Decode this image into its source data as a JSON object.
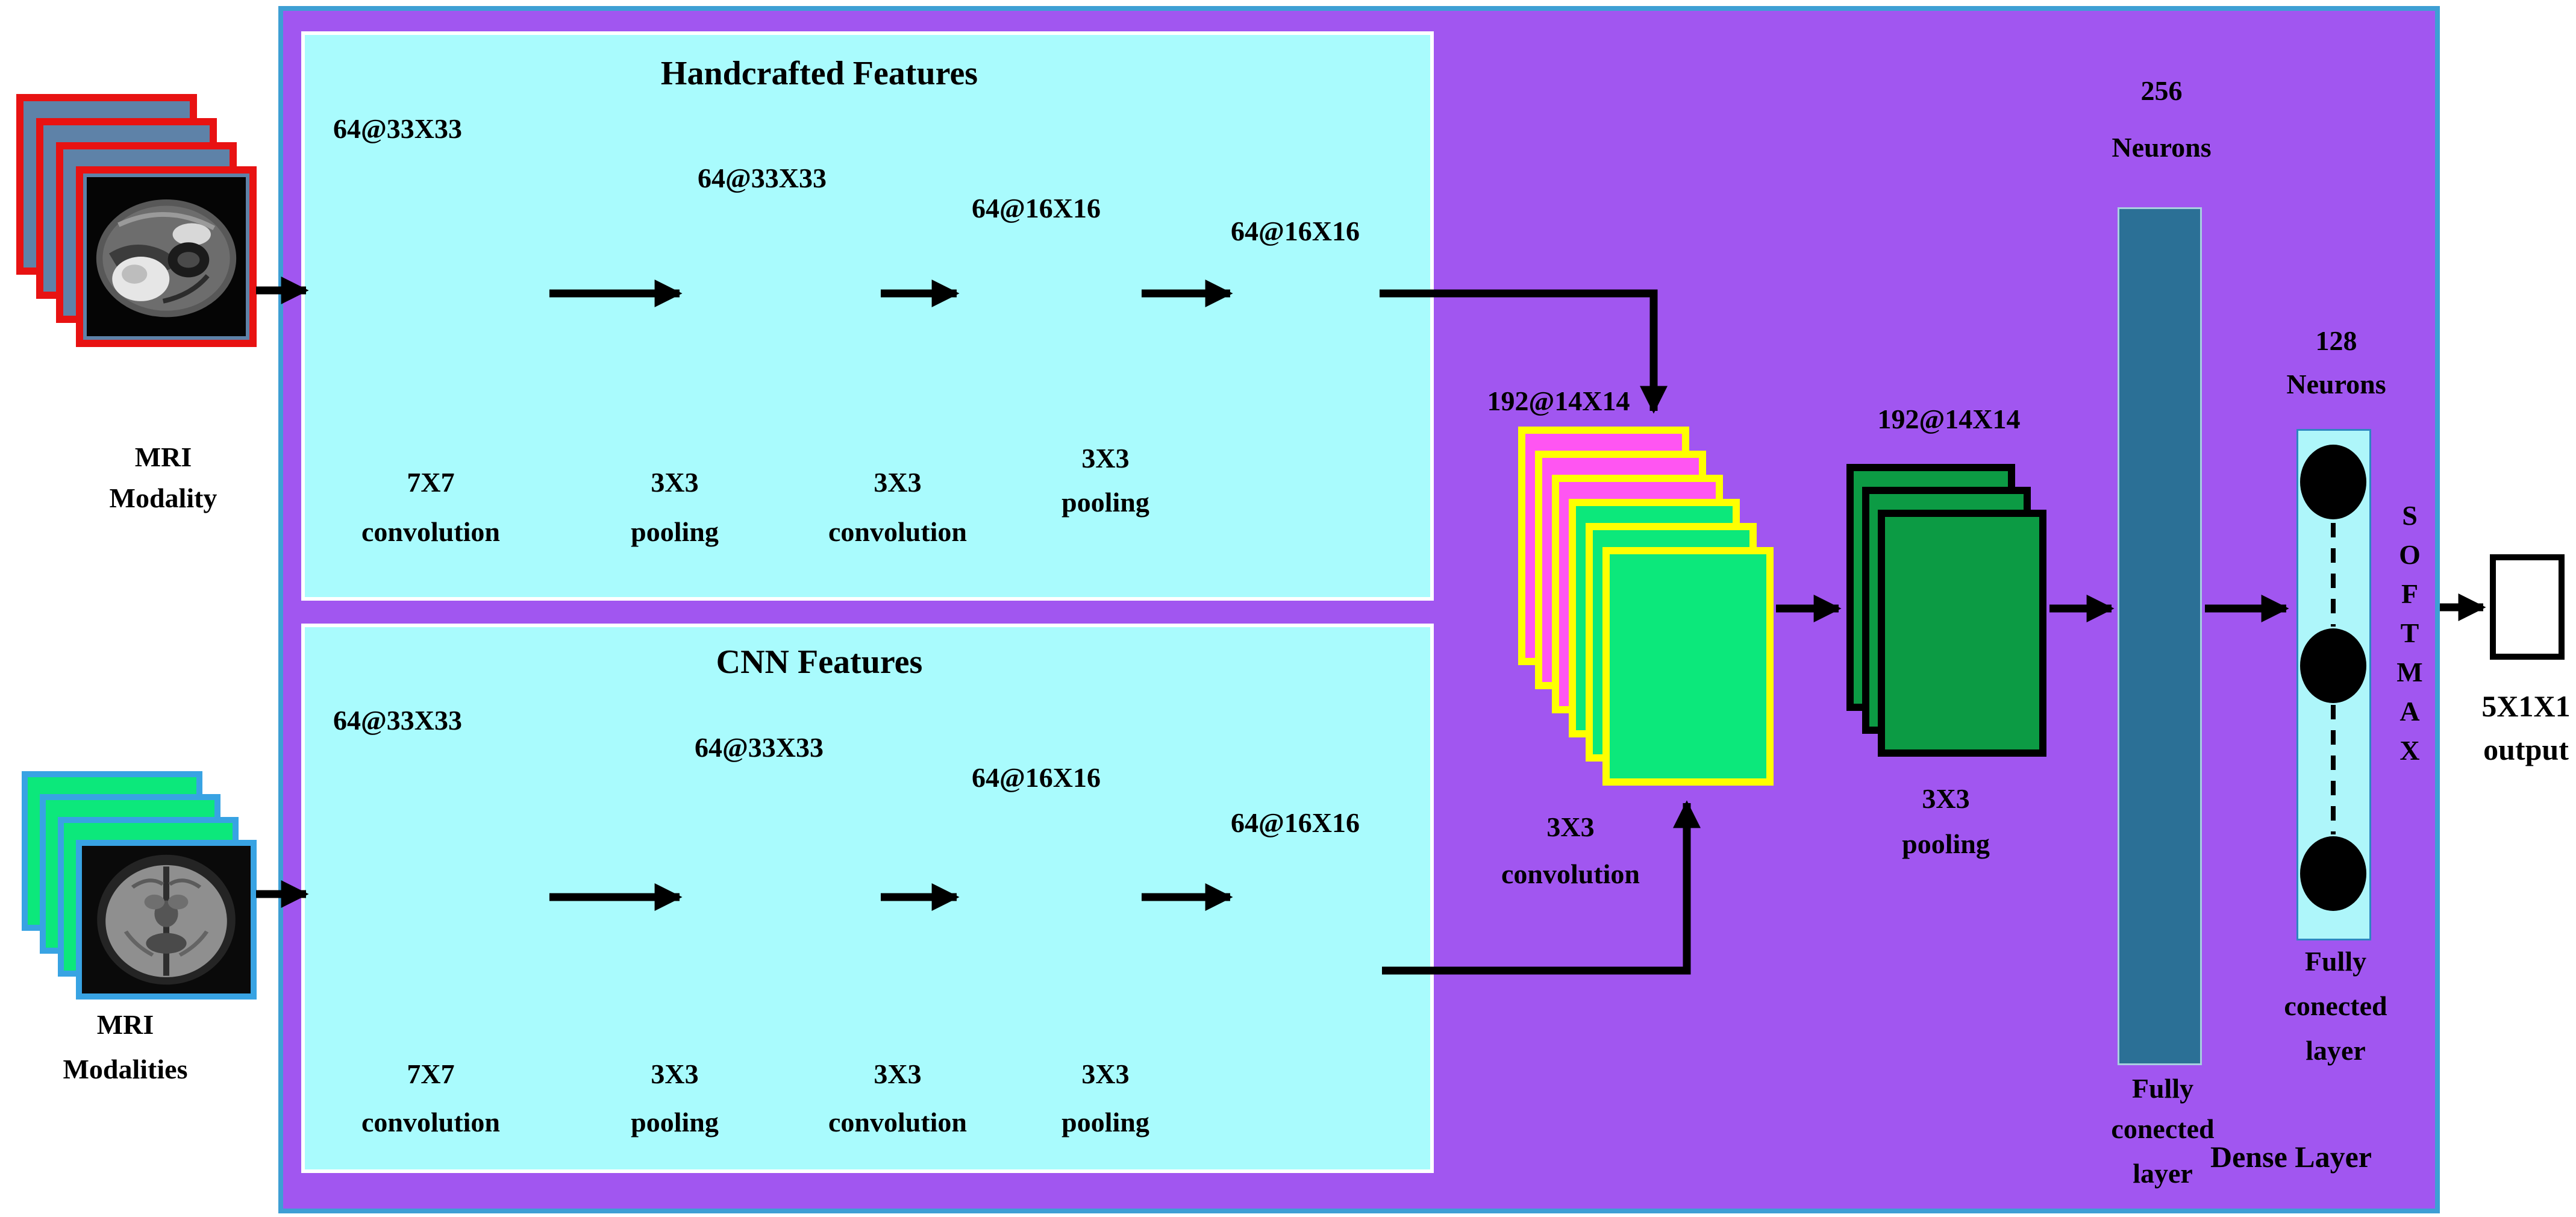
{
  "colors": {
    "panel_purple": "#A156F0",
    "panel_border_blue": "#3E9FD4",
    "feature_box_cyan": "#A9FBFD",
    "handcrafted_pink": "#FF55F2",
    "cnn_green": "#0CE87B",
    "slice_border_yellow": "#FFFF00",
    "pooled_dark_green": "#0C9B44",
    "mri_slice_slate": "#5E82A8",
    "mri_border_red": "#E81212",
    "mri_border_blue": "#38A3E3",
    "fc_bar_teal": "#2B7096",
    "neuron_bar_cyan": "#AEF6FA"
  },
  "inputs": {
    "top": {
      "l1": "MRI",
      "l2": "Modality"
    },
    "bottom": {
      "l1": "MRI",
      "l2": "Modalities"
    }
  },
  "handcrafted": {
    "title": "Handcrafted Features",
    "stacks": [
      {
        "size": "64@33X33",
        "k": "7X7",
        "op": "convolution"
      },
      {
        "size": "64@33X33",
        "k": "3X3",
        "op": "pooling"
      },
      {
        "size": "64@16X16",
        "k": "3X3",
        "op": "convolution"
      },
      {
        "size": "64@16X16",
        "k": "3X3",
        "op": "pooling"
      }
    ]
  },
  "cnn": {
    "title": "CNN Features",
    "stacks": [
      {
        "size": "64@33X33",
        "k": "7X7",
        "op": "convolution"
      },
      {
        "size": "64@33X33",
        "k": "3X3",
        "op": "pooling"
      },
      {
        "size": "64@16X16",
        "k": "3X3",
        "op": "convolution"
      },
      {
        "size": "64@16X16",
        "k": "3X3",
        "op": "pooling"
      }
    ]
  },
  "fusion": {
    "size": "192@14X14",
    "k": "3X3",
    "op": "convolution"
  },
  "pool": {
    "size": "192@14X14",
    "k": "3X3",
    "op": "pooling"
  },
  "fc1": {
    "count": "256",
    "unit": "Neurons",
    "caption": [
      "Fully",
      "conected",
      "layer"
    ]
  },
  "fc2": {
    "count": "128",
    "unit": "Neurons",
    "caption": [
      "Fully",
      "conected",
      "layer"
    ]
  },
  "dense_label": "Dense Layer",
  "softmax": [
    "S",
    "O",
    "F",
    "T",
    "M",
    "A",
    "X"
  ],
  "output": {
    "size": "5X1X1",
    "label": "output"
  }
}
